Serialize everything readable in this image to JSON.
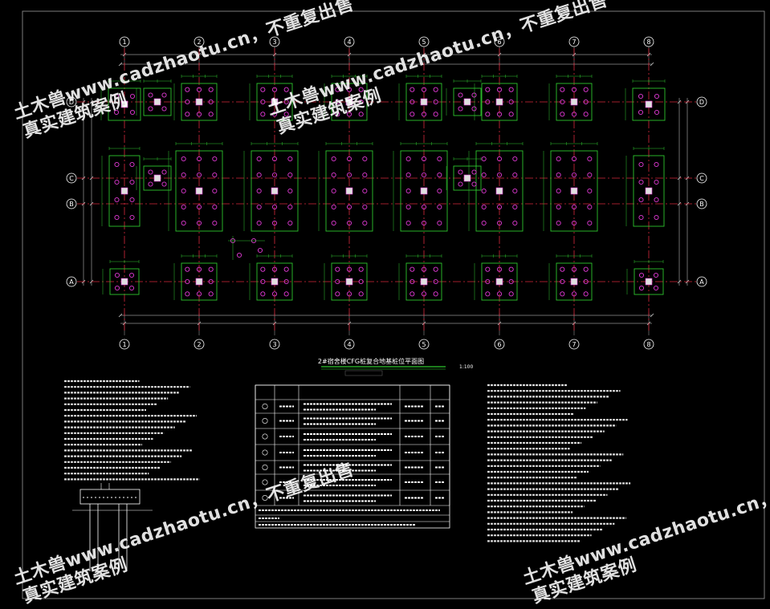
{
  "axes": {
    "columns": [
      "1",
      "2",
      "3",
      "4",
      "5",
      "6",
      "7",
      "8"
    ],
    "rows": [
      "D",
      "C",
      "B",
      "A"
    ]
  },
  "drawing": {
    "title": "2#宿舍楼CFG桩复合地基桩位平面图",
    "scale": "1:100"
  },
  "watermark": {
    "line1": "土木兽www.cadzhaotu.cn",
    "line1_tail": "，不重复出售",
    "line2": "真实建筑案例"
  },
  "colors": {
    "background": "#000000",
    "axis": "#d6283c",
    "cap": "#2ec52e",
    "pile": "#e23ad6",
    "dim": "#d8d8d8",
    "bubble": "#ffffff",
    "table": "#ffffff"
  }
}
